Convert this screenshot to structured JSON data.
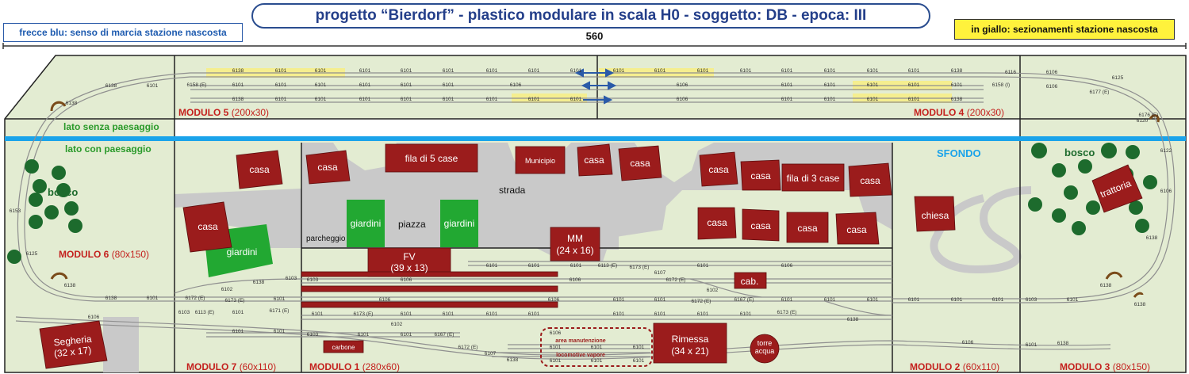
{
  "header": {
    "title": "progetto “Bierdorf”  -  plastico modulare in scala H0  -  soggetto: DB  -  epoca: III",
    "note_blue": "frecce blu: senso di marcia stazione nascosta",
    "note_yellow": "in giallo: sezionamenti stazione nascosta",
    "dimension": "560"
  },
  "labels": {
    "lato_senza": "lato senza paesaggio",
    "lato_con": "lato con paesaggio",
    "sfondo": "SFONDO",
    "strada": "strada",
    "piazza": "piazza",
    "parcheggio": "parcheggio",
    "bosco_left": "bosco",
    "bosco_right": "bosco",
    "area_manut_1": "area manutenzione",
    "area_manut_2": "locomotive  vapore"
  },
  "modules": [
    {
      "id": "m5",
      "name": "MODULO 5",
      "size": "(200x30)"
    },
    {
      "id": "m4",
      "name": "MODULO 4",
      "size": "(200x30)"
    },
    {
      "id": "m6",
      "name": "MODULO 6",
      "size": "(80x150)"
    },
    {
      "id": "m7",
      "name": "MODULO 7",
      "size": "(60x110)"
    },
    {
      "id": "m1",
      "name": "MODULO 1",
      "size": "(280x60)"
    },
    {
      "id": "m2",
      "name": "MODULO 2",
      "size": "(60x110)"
    },
    {
      "id": "m3",
      "name": "MODULO 3",
      "size": "(80x150)"
    }
  ],
  "buildings": {
    "casa": "casa",
    "fila5": "fila di 5 case",
    "fila3": "fila di 3 case",
    "municipio": "Municipio",
    "chiesa": "chiesa",
    "trattoria": "trattoria",
    "giardini": "giardini",
    "fv_1": "FV",
    "fv_2": "(39 x 13)",
    "mm_1": "MM",
    "mm_2": "(24 x 16)",
    "cab": "cab.",
    "rimessa_1": "Rimessa",
    "rimessa_2": "(34 x 21)",
    "torre_1": "torre",
    "torre_2": "acqua",
    "segheria_1": "Segheria",
    "segheria_2": "(32 x 17)",
    "carbone": "carbone"
  },
  "track_codes": {
    "t6101": "6101",
    "t6106": "6106",
    "t6138": "6138",
    "t6103": "6103",
    "t6107": "6107",
    "t6102": "6102",
    "t6125": "6125",
    "t6116": "6116",
    "t6120": "6120",
    "t6122": "6122",
    "t6153": "6153",
    "t6158E": "6158 (E)",
    "t6158I": "6158 (I)",
    "t6177E": "6177 (E)",
    "t6176E": "6176 (E)",
    "t6113E": "6113 (E)",
    "t6172E": "6172 (E)",
    "t6173E": "6173 (E)",
    "t6167E": "6167 (E)",
    "t6171E": "6171 (E)",
    "t6113": "6113"
  },
  "colors": {
    "building": "#9b1c1c",
    "grass": "#e3ecd2",
    "road": "#c9c9c9",
    "garden": "#22a832",
    "tree": "#1d6b2d",
    "divider": "#1aa3ea",
    "section": "#f5ee8f",
    "arrow": "#2a5aa8",
    "module_label": "#c4211e",
    "green_label": "#2a9a2a",
    "sfondo": "#1aa3ea"
  }
}
